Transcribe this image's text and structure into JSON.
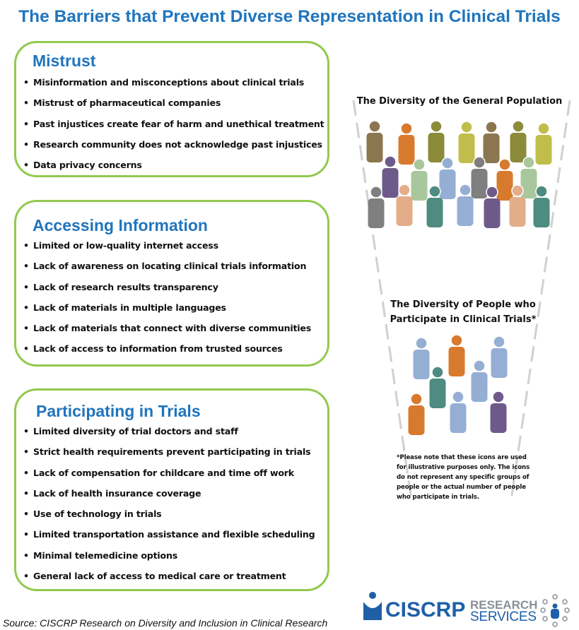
{
  "title": "The Barriers that Prevent Diverse Representation in Clinical Trials",
  "sections": [
    {
      "heading": "Mistrust",
      "items": [
        "Misinformation and misconceptions about clinical trials",
        "Mistrust of pharmaceutical companies",
        "Past injustices create fear of harm and unethical treatment",
        "Research community does not acknowledge past injustices",
        "Data privacy concerns"
      ]
    },
    {
      "heading": "Accessing Information",
      "items": [
        "Limited or low-quality internet access",
        "Lack of awareness on locating clinical trials information",
        "Lack of research results transparency",
        "Lack of materials in multiple languages",
        "Lack of materials that connect with diverse communities",
        "Lack of access to information from trusted sources"
      ]
    },
    {
      "heading": "Participating in Trials",
      "items": [
        "Limited diversity of trial doctors and staff",
        "Strict health requirements prevent participating in trials",
        "Lack of compensation for childcare and time off work",
        "Lack of health insurance coverage",
        "Use of technology in trials",
        "Limited transportation assistance and flexible scheduling",
        "Minimal telemedicine options",
        "General lack of access to medical care or treatment"
      ]
    }
  ],
  "funnel": {
    "top_label": "The Diversity of the General Population",
    "bottom_label_line1": "The Diversity of People who",
    "bottom_label_line2": "Participate in Clinical Trials*",
    "note": "*Please note that these icons are used for illustrative purposes only. The icons do not represent any specific groups of people or the actual number of people who participate in trials.",
    "general_colors": [
      "#8b7650",
      "#d87a2d",
      "#8b8b3a",
      "#c1bd4c",
      "#8b7650",
      "#8b8b3a",
      "#c1bd4c",
      "#6e5a8a",
      "#a9c79c",
      "#95aed4",
      "#7f7f7f",
      "#d87a2d",
      "#a9c79c",
      "#7f7f7f",
      "#e4ad8a",
      "#4e8b80",
      "#95aed4",
      "#6e5a8a",
      "#e4ad8a",
      "#4e8b80"
    ],
    "trial_colors": [
      "#95aed4",
      "#d87a2d",
      "#95aed4",
      "#4e8b80",
      "#95aed4",
      "#d87a2d",
      "#95aed4",
      "#6e5a8a"
    ]
  },
  "logos": {
    "ciscrp": "CISCRP",
    "rs_line1": "RESEARCH",
    "rs_line2": "SERVICES"
  },
  "source": "Source: CISCRP Research on Diversity and Inclusion in Clinical Research",
  "colors": {
    "accent": "#1f75bd",
    "border": "#92c94d"
  }
}
